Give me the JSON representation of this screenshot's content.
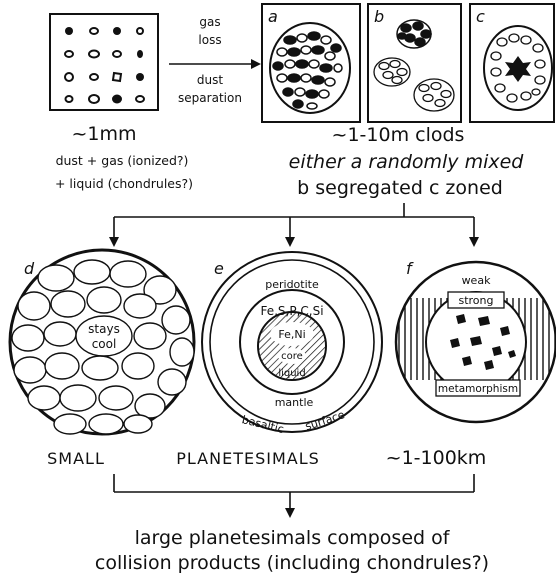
{
  "top": {
    "left_box_size": "~1mm",
    "left_caption_line1": "dust + gas (ionized?)",
    "left_caption_line2": "+ liquid (chondrules?)",
    "arrow_label_gas": "gas",
    "arrow_label_loss": "loss",
    "arrow_label_dust": "dust",
    "arrow_label_separation": "separation",
    "panel_a_label": "a",
    "panel_b_label": "b",
    "panel_c_label": "c",
    "clods_size": "~1-10m clods",
    "either_line": "either  a  randomly  mixed",
    "segregated_line": "b segregated   c   zoned"
  },
  "middle": {
    "d_label": "d",
    "d_stays_cool_1": "stays",
    "d_stays_cool_2": "cool",
    "e_label": "e",
    "e_peridotite": "peridotite",
    "e_fesp_cs": "Fe,S,P,C,Si",
    "e_feni": "Fe,Ni",
    "e_core": "core",
    "e_liquid": "liquid",
    "e_mantle": "mantle",
    "e_basaltic": "basaltic",
    "e_surface": "surface",
    "f_label": "f",
    "f_weak": "weak",
    "f_strong": "strong",
    "f_metamorphism": "metamorphism",
    "small_word": "SMALL",
    "planetesimals_word": "PLANETESIMALS",
    "size_range": "~1-100km"
  },
  "bottom": {
    "line1": "large   planetesimals  composed  of",
    "line2": "collision  products (including chondrules?)"
  }
}
